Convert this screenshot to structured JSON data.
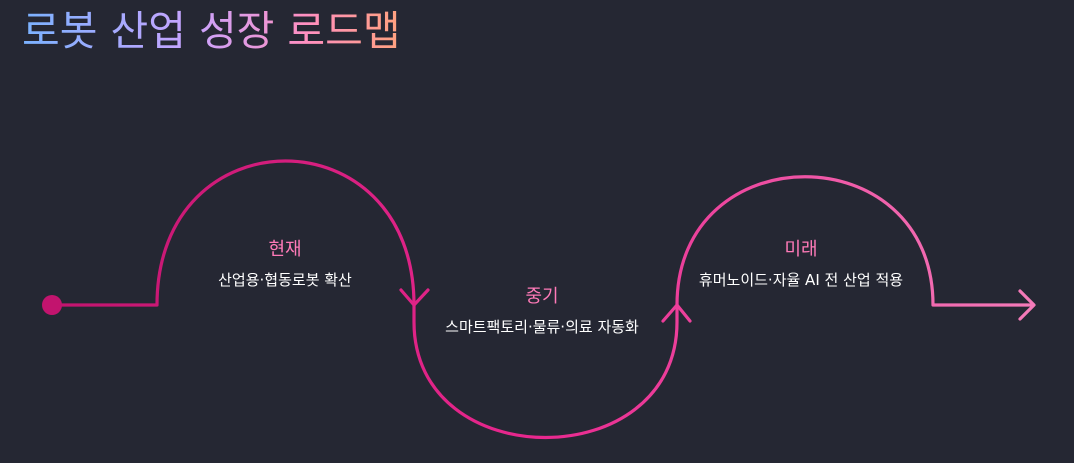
{
  "title": "로봇 산업 성장 로드맵",
  "colors": {
    "background": "#252733",
    "stage_label": "#ff7ab8",
    "path_start": "#c2146e",
    "path_mid": "#e9288f",
    "path_end": "#f47bb9"
  },
  "stages": [
    {
      "name": "현재",
      "description": "산업용·협동로봇 확산"
    },
    {
      "name": "중기",
      "description": "스마트팩토리·물류·의료 자동화"
    },
    {
      "name": "미래",
      "description": "휴머노이드·자율 AI 전 산업 적용"
    }
  ]
}
